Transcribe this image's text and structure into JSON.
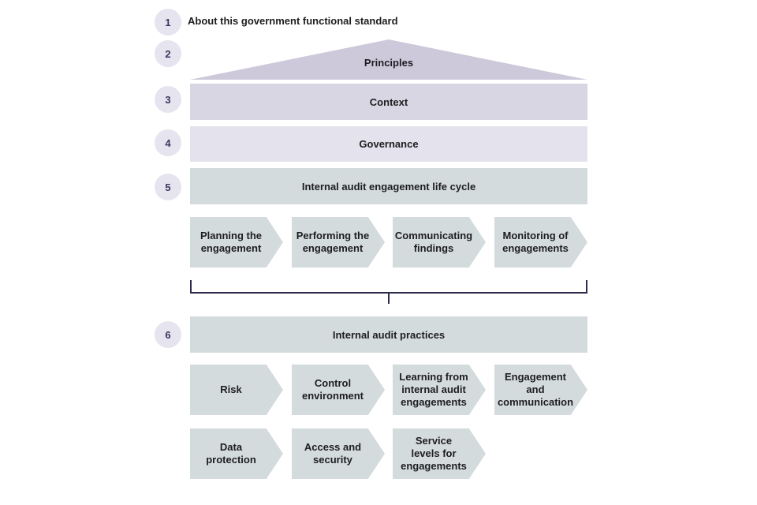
{
  "title": "About this government functional standard",
  "colors": {
    "principles": "#cdc9db",
    "context": "#d9d6e3",
    "governance": "#e4e2ec",
    "lifecycle": "#d4dbdd",
    "practices": "#d4dbdd",
    "number_badge": "#e6e4ee",
    "bracket": "#2c2a4a"
  },
  "sections": [
    {
      "number": "1",
      "label": "About this government functional standard"
    },
    {
      "number": "2",
      "label": "Principles"
    },
    {
      "number": "3",
      "label": "Context"
    },
    {
      "number": "4",
      "label": "Governance"
    },
    {
      "number": "5",
      "label": "Internal audit engagement life cycle"
    },
    {
      "number": "6",
      "label": "Internal audit practices"
    }
  ],
  "lifecycle_steps": [
    "Planning the\nengagement",
    "Performing the\nengagement",
    "Communicating\nfindings",
    "Monitoring of\nengagements"
  ],
  "practices": [
    "Risk",
    "Control\nenvironment",
    "Learning from\ninternal audit\nengagements",
    "Engagement\nand\ncommunication",
    "Data\nprotection",
    "Access and\nsecurity",
    "Service\nlevels for\nengagements"
  ]
}
